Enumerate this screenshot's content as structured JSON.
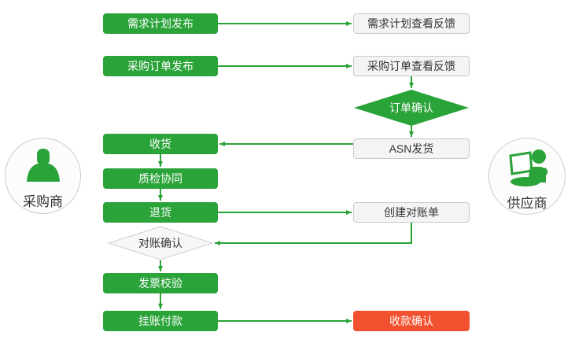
{
  "colors": {
    "green": "#2aa339",
    "red": "#f1512f",
    "node_gray_bg": "#f4f4f4",
    "node_gray_border": "#c9c9c9"
  },
  "actors": {
    "buyer": "采购商",
    "supplier": "供应商"
  },
  "nodes": {
    "demand_plan_publish": "需求计划发布",
    "demand_plan_feedback": "需求计划查看反馈",
    "po_publish": "采购订单发布",
    "po_feedback": "采购订单查看反馈",
    "order_confirm": "订单确认",
    "asn_ship": "ASN发货",
    "receive": "收货",
    "quality_collab": "质检协同",
    "return_goods": "退货",
    "create_statement": "创建对账单",
    "statement_confirm": "对账确认",
    "invoice_verify": "发票校验",
    "book_payment": "挂账付款",
    "receipt_confirm": "收款确认"
  }
}
